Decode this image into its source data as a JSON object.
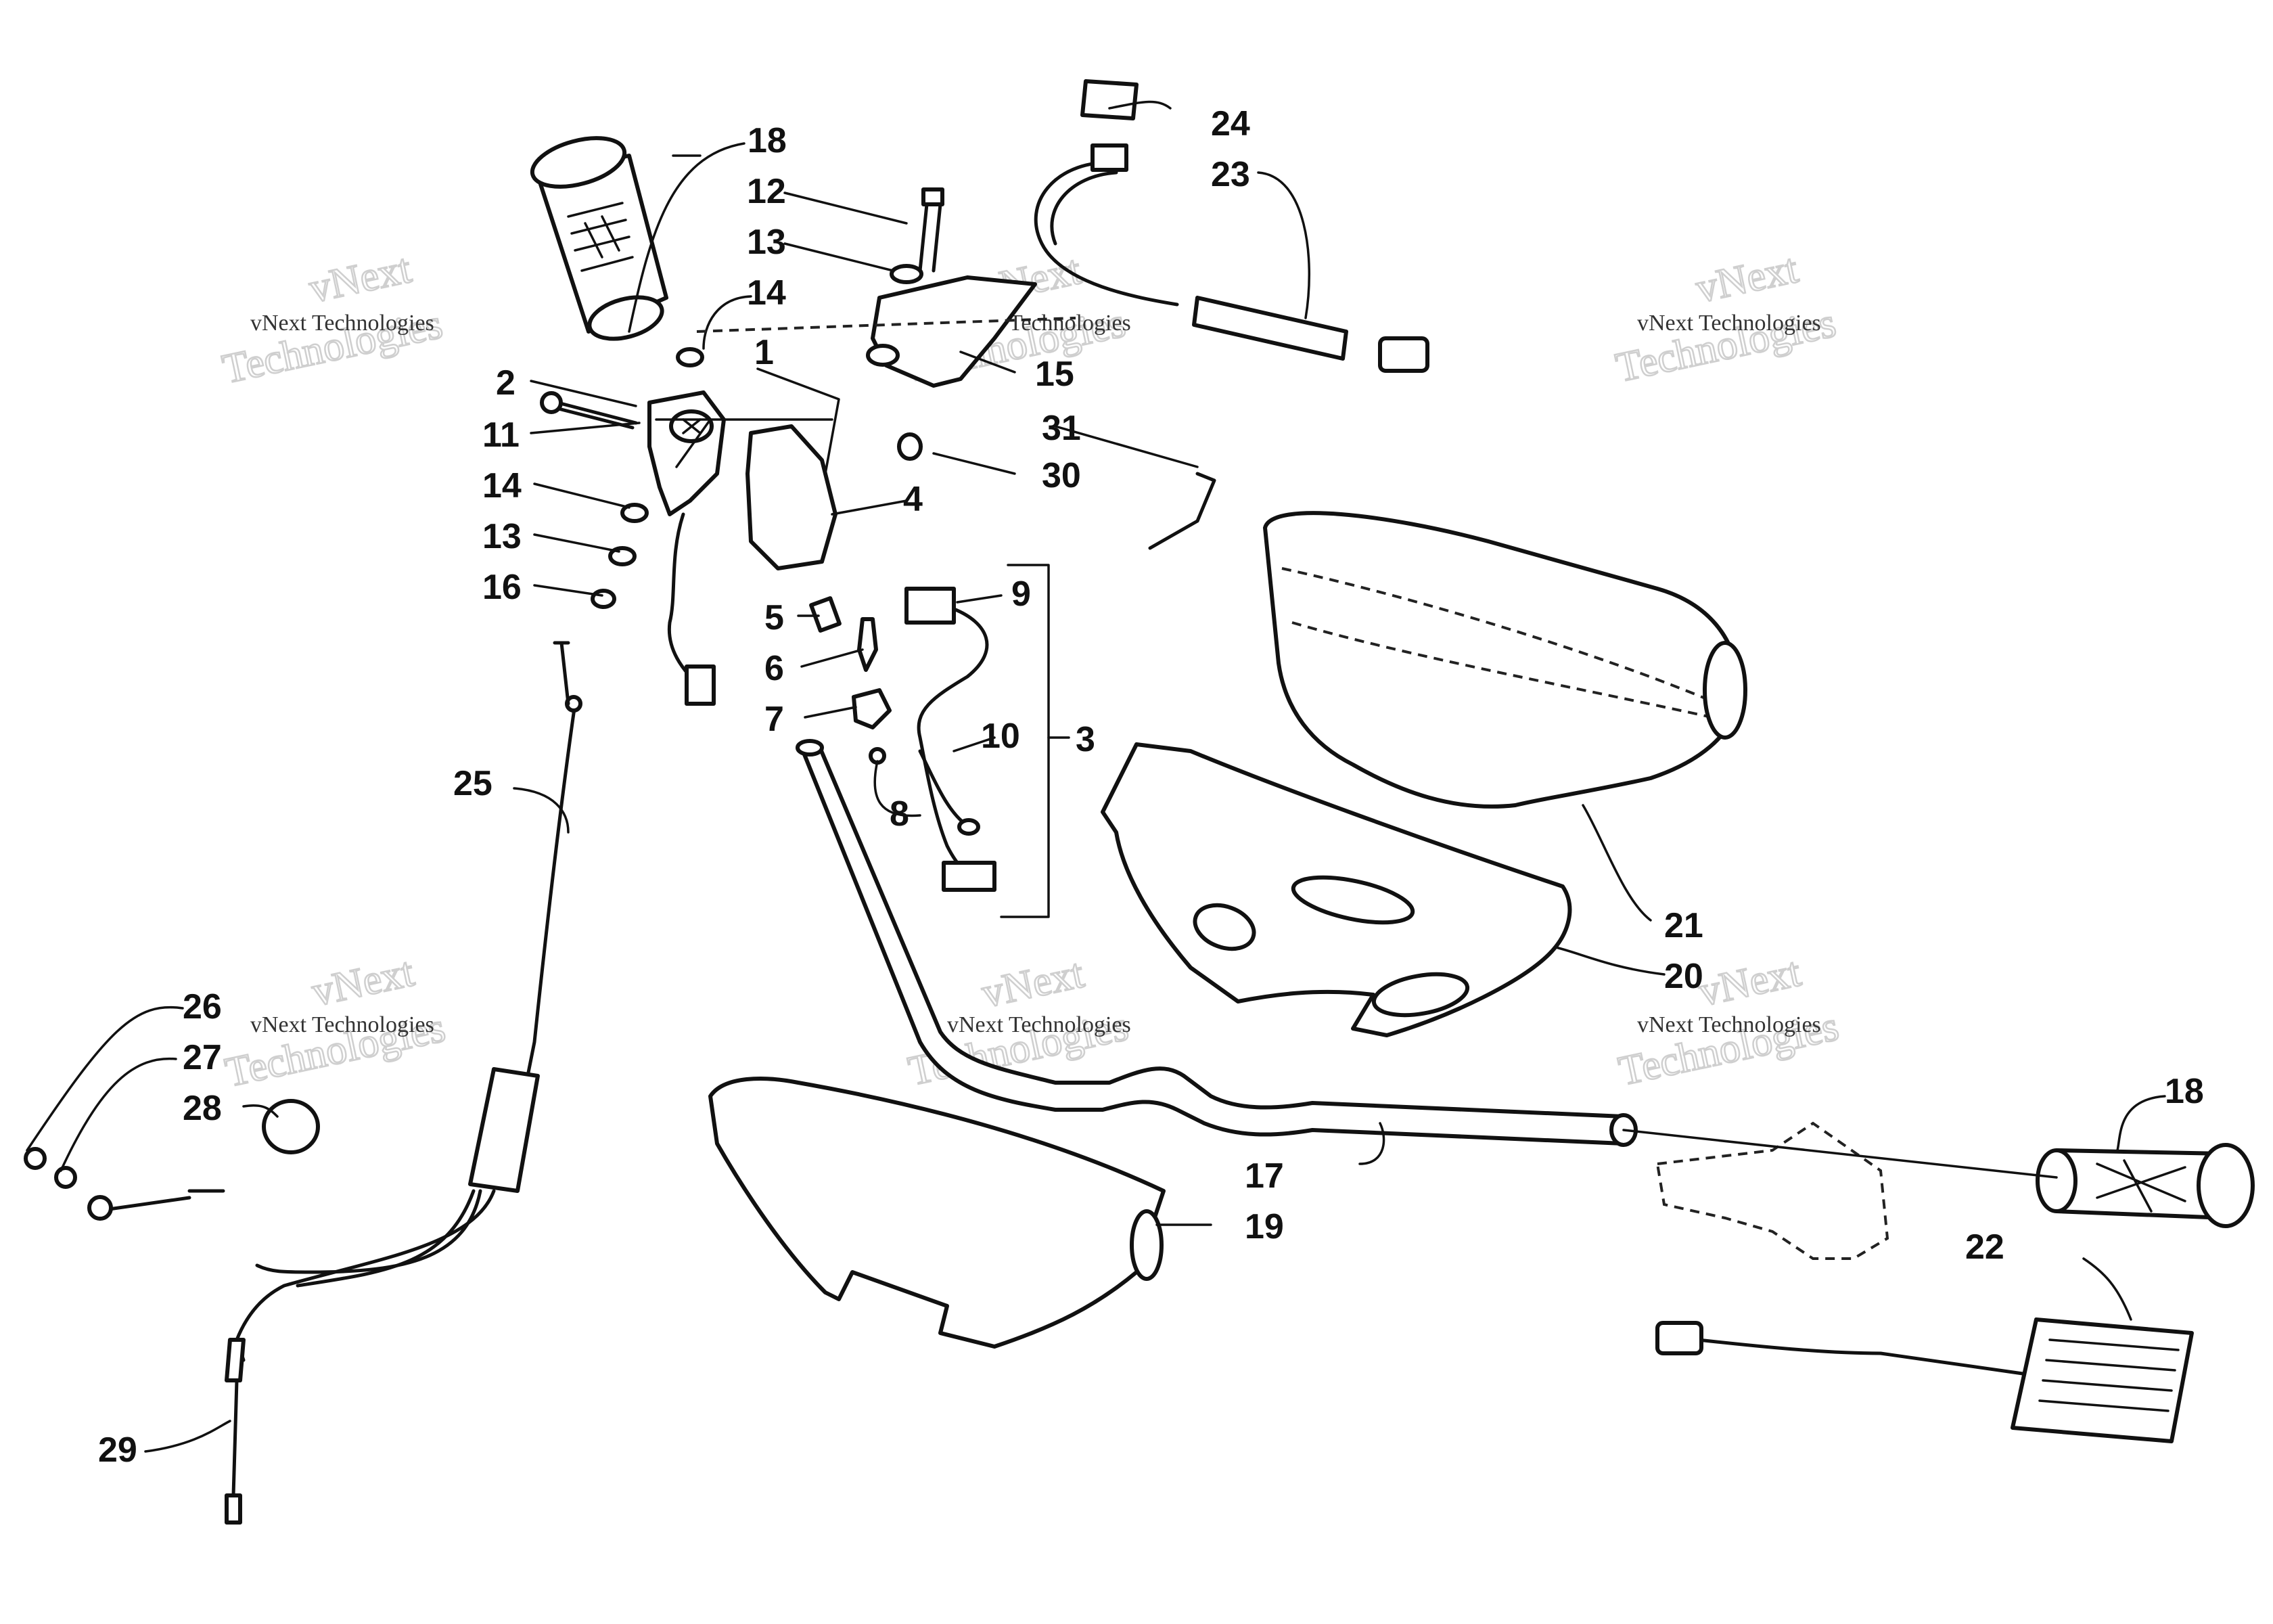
{
  "callouts": [
    {
      "id": "c1",
      "text": "1"
    },
    {
      "id": "c2",
      "text": "2"
    },
    {
      "id": "c3",
      "text": "3"
    },
    {
      "id": "c4",
      "text": "4"
    },
    {
      "id": "c5",
      "text": "5"
    },
    {
      "id": "c6",
      "text": "6"
    },
    {
      "id": "c7",
      "text": "7"
    },
    {
      "id": "c8",
      "text": "8"
    },
    {
      "id": "c9",
      "text": "9"
    },
    {
      "id": "c10",
      "text": "10"
    },
    {
      "id": "c11",
      "text": "11"
    },
    {
      "id": "c12",
      "text": "12"
    },
    {
      "id": "c13a",
      "text": "13"
    },
    {
      "id": "c13b",
      "text": "13"
    },
    {
      "id": "c14a",
      "text": "14"
    },
    {
      "id": "c14b",
      "text": "14"
    },
    {
      "id": "c15",
      "text": "15"
    },
    {
      "id": "c16",
      "text": "16"
    },
    {
      "id": "c17",
      "text": "17"
    },
    {
      "id": "c18a",
      "text": "18"
    },
    {
      "id": "c18b",
      "text": "18"
    },
    {
      "id": "c19",
      "text": "19"
    },
    {
      "id": "c20",
      "text": "20"
    },
    {
      "id": "c21",
      "text": "21"
    },
    {
      "id": "c22",
      "text": "22"
    },
    {
      "id": "c23",
      "text": "23"
    },
    {
      "id": "c24",
      "text": "24"
    },
    {
      "id": "c25",
      "text": "25"
    },
    {
      "id": "c26",
      "text": "26"
    },
    {
      "id": "c27",
      "text": "27"
    },
    {
      "id": "c28",
      "text": "28"
    },
    {
      "id": "c29",
      "text": "29"
    },
    {
      "id": "c30",
      "text": "30"
    },
    {
      "id": "c31",
      "text": "31"
    }
  ],
  "watermark": {
    "line1": "vNext",
    "line2": "Technologies",
    "small": "vNext Technologies"
  }
}
